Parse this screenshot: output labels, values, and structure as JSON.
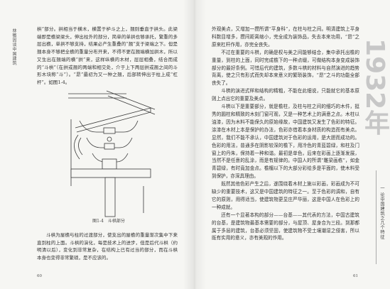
{
  "spread": {
    "left_running_title": "林徽因谈中国建筑",
    "right_running_title": "一 论中国建筑之几个特征",
    "year_tab": "1932年"
  },
  "left_page": {
    "top_text": "栱”部分。拱相当于横木，横置于栌斗之上，翘则垂直于拱头。此梁端即是檐梁梁头，伸出柱外的部分，简单的单拱也够承托，繁重的多层出檐，单拱不够支持，结果必产生重叠的“翘”支于梁端之下。但是翘本身不够把全檐的重量分布开来，不得不更在翘端横加拱木，所以又生出在翘端的横“拱”来，这样纵横的木材，层层相叠，结合而成的“斗栱”（在拱或翘的两端和相交处，介于上下两层拱或翘之间的斗形木块称“斗”）。“昂”最初为又一种之翘，后部转伸出于柱上成“杠杆”。如图1-4。",
    "figure_caption": "图1-4　斗栱部分",
    "bottom_text": "斗栱为屋檐与柱的过渡部分，使支出的屋檐的重量渐次集中下来直到柱的上面。斗栱的演化，每是技术上的进步，但是后代斗栱（约明清以后），变化到非常复杂，在结构上已有过当的部分，而在斗栱本身也变得非常繁琐，是不应该的。",
    "page_number": "60"
  },
  "right_page": {
    "paragraphs": [
      "外观美点，又增加一攒所谓“平身科”，在柱与柱之间。明清建筑上平身科数目增多，攒间距离缩小，完全成为装饰品，失去本来功用，“昂”之原来杠杆作用，亦完全丧失。",
      "不过在重要的斗栱，的确是权与美之间能够结合，集中承托出檐的重量，到柱的上面，同时完成檐下的一种点缀，可做结构本身变成装饰部分的最好条例。可惜后代的建筑，多数斗栱的材料与自然演进的趋势背离，使之只有形式而失却本来意义的繁琐装饰，“昂”之斗的功能全部丧失了。",
      "斗栱的演进式样和结构的精粗，不能在此细说，只能就它的基本原则上点出它的重要及美点。",
      "斗栱以下是重要部分，就是檐柱，及柱与柱之间的细巧的木件，挺秀的圆柱和精致的木刻门窗可观，又是一种艺术上的满意之点。木柱以油漆，因为木料不能保久的原始缘故，中国建筑又发生了色彩的特征。涂漆在木材上本是保护的办法，色彩亦借着本身材质的构造而有美点。显然，我们不能不承认，中国建筑对于色彩的运用，是大胆而成功的。色彩的用法，普通多在阴影较深的檐下，用冷色的青蓝碧绿，和柱及门窗上的丹朱，保持着一种和谐。最初是单色，后来在彩画上逐渐发展，当然不是任意的乱涂，而是有规律的。中国人的所谓“雕梁画栋”，如金青碧绿，有时竟加金点。檐楣以下的大部分彩绘多是平面的，使木料受到保护，亦深具理由。",
      "既然其他色彩产生之后，遂围绕着木材上施以彩画，彩画成为不可缺少的重要技术，这又是中国建筑的特征之一。至于色彩的调和，自有它的原则，用得适当，使建筑物更显庄严华丽，这是中国人在色彩上的一种成就。",
      "还有一个显著本构的部分——台基——其代表的方法，中国古建筑的台基，是建筑物最基本需要的部分，与屋顶、屋身合为三段。到那都属于多层的建筑，台基必须坚固，使建筑物不受土壤潮湿之侵害，所以既有实用的意义，亦有美观的作用。"
    ],
    "page_number": "61"
  },
  "colors": {
    "paper": "#f6f6f3",
    "ink": "#333333",
    "year_tab": "#c7c7c7"
  }
}
